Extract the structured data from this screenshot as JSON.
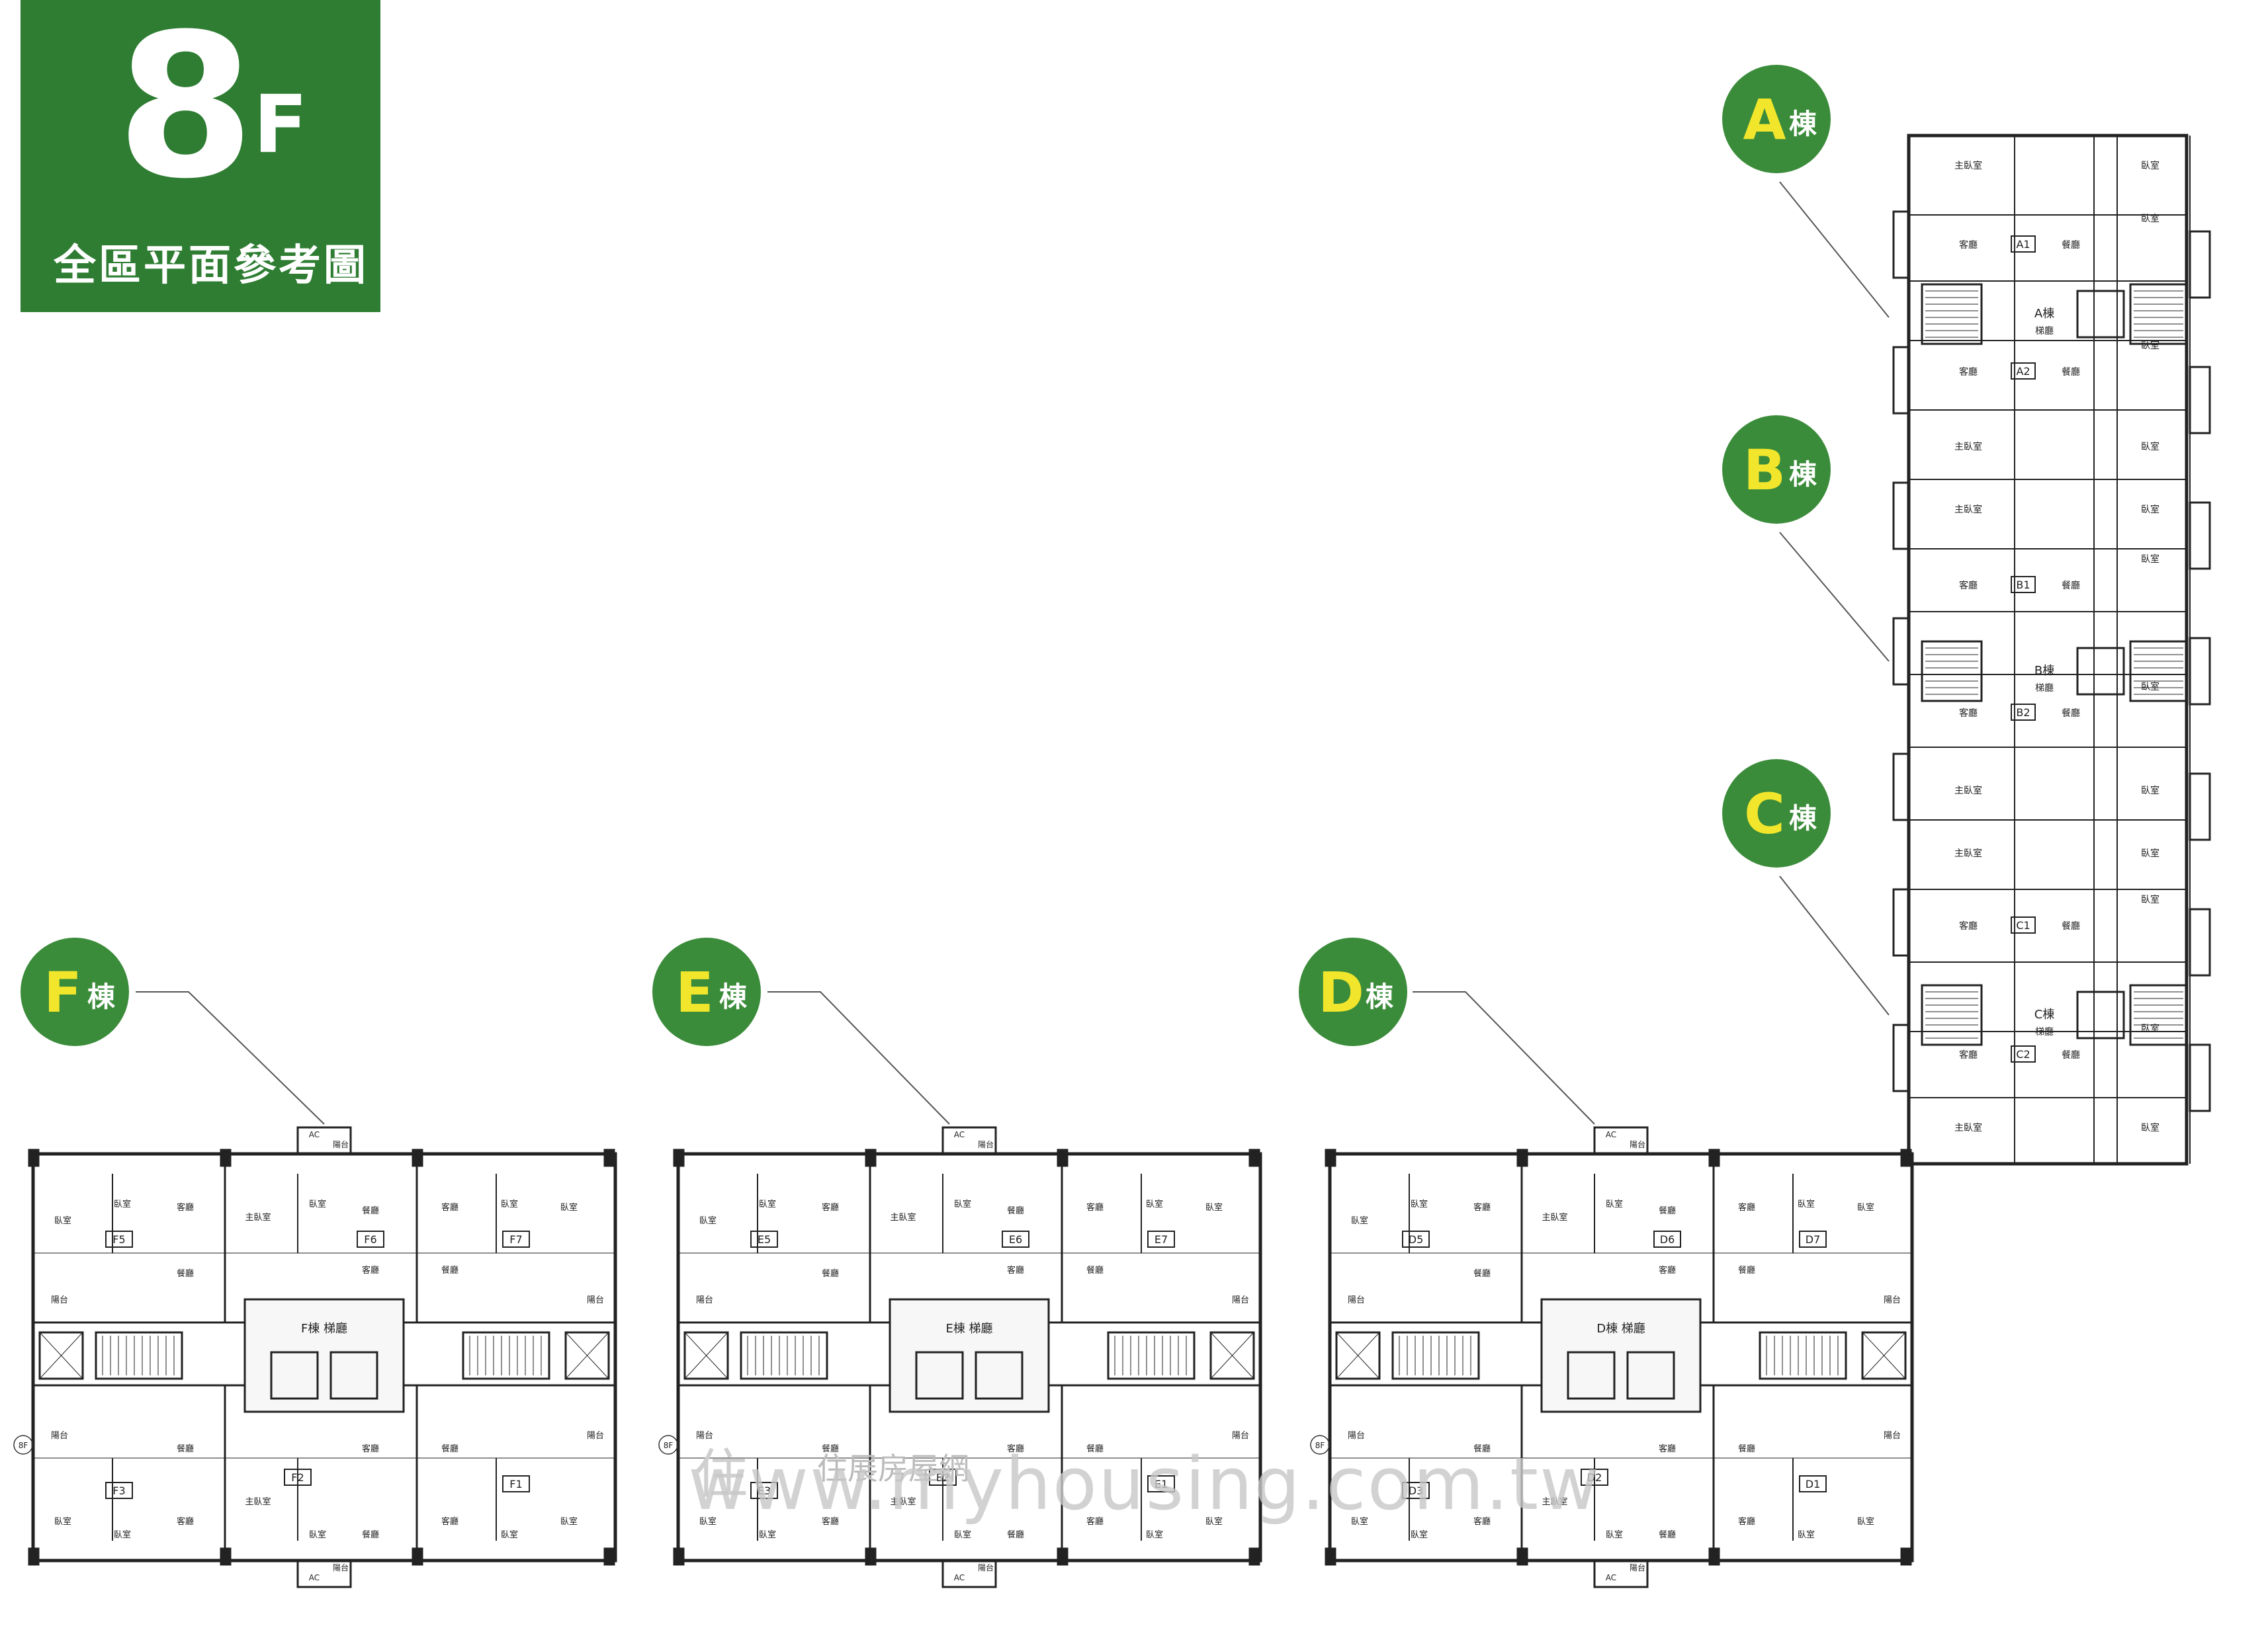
{
  "header": {
    "floor_number": "8",
    "floor_suffix": "F",
    "subtitle": "全區平面參考圖"
  },
  "buildings": [
    {
      "id": "A",
      "letter": "A",
      "suffix": "棟"
    },
    {
      "id": "B",
      "letter": "B",
      "suffix": "棟"
    },
    {
      "id": "C",
      "letter": "C",
      "suffix": "棟"
    },
    {
      "id": "D",
      "letter": "D",
      "suffix": "棟"
    },
    {
      "id": "E",
      "letter": "E",
      "suffix": "棟"
    },
    {
      "id": "F",
      "letter": "F",
      "suffix": "棟"
    }
  ],
  "units": {
    "A": [
      "A1",
      "A2"
    ],
    "B": [
      "B1",
      "B2"
    ],
    "C": [
      "C1",
      "C2"
    ],
    "D": [
      "D1",
      "D2",
      "D3",
      "D5",
      "D6",
      "D7"
    ],
    "E": [
      "E1",
      "E2",
      "E3",
      "E5",
      "E6",
      "E7"
    ],
    "F": [
      "F1",
      "F2",
      "F3",
      "F5",
      "F6",
      "F7"
    ]
  },
  "core_labels": {
    "A": "A棟",
    "B": "B棟",
    "C": "C棟",
    "D": "D棟",
    "E": "E棟",
    "F": "F棟",
    "stair": "梯廳"
  },
  "room_labels": {
    "master_bedroom": "主臥室",
    "bedroom": "臥室",
    "living": "客廳",
    "dining": "餐廳",
    "balcony": "陽台",
    "ac": "AC",
    "floor_mark": "8F"
  },
  "watermark": {
    "url": "www.myhousing.com.tw",
    "brand": "住展房屋網"
  },
  "colors": {
    "green": "#2e7d32",
    "bubble_green": "#3b8c3a",
    "bubble_letter": "#f2e62c",
    "wall": "#222222"
  }
}
